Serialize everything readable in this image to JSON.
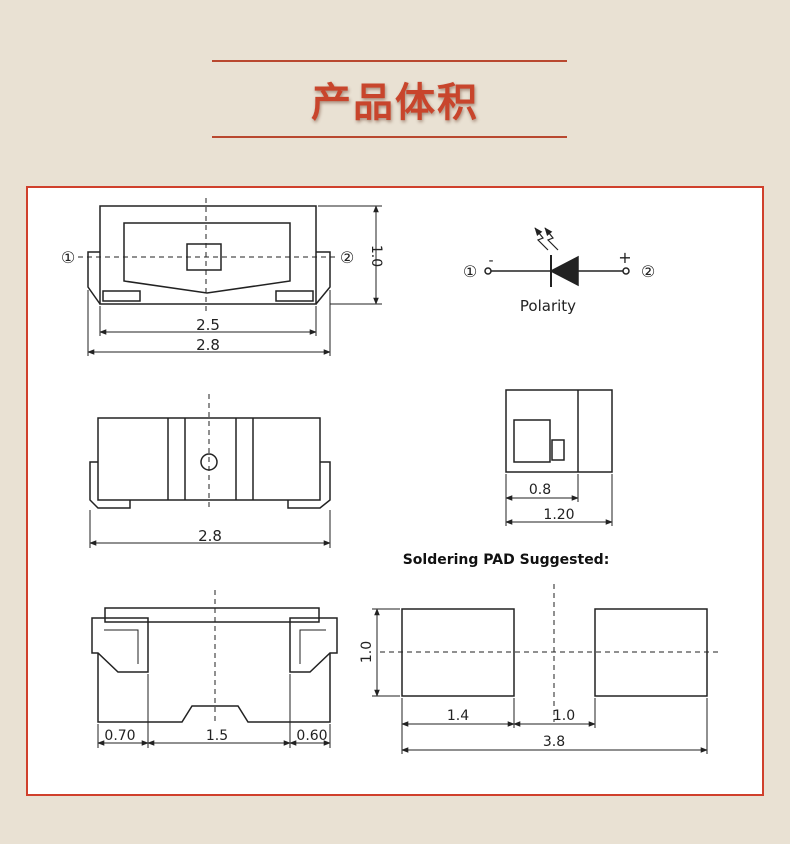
{
  "page": {
    "title": "产品体积",
    "colors": {
      "background": "#e9e1d3",
      "accent": "#c8452c",
      "panel_border": "#d0402c",
      "line": "#222222"
    }
  },
  "top_view": {
    "pin1": "①",
    "pin2": "②",
    "dim_inner_width": "2.5",
    "dim_total_width": "2.8",
    "dim_height": "1.0"
  },
  "polarity": {
    "pin1": "①",
    "pin2": "②",
    "minus": "-",
    "plus": "+",
    "label": "Polarity"
  },
  "front_view": {
    "dim_width": "2.8"
  },
  "side_view": {
    "dim_inner": "0.8",
    "dim_total": "1.20"
  },
  "bottom_view": {
    "dim_left": "0.70",
    "dim_mid": "1.5",
    "dim_right": "0.60"
  },
  "solder_pad": {
    "heading": "Soldering PAD Suggested:",
    "dim_height": "1.0",
    "dim_pad": "1.4",
    "dim_gap": "1.0",
    "dim_total": "3.8"
  }
}
